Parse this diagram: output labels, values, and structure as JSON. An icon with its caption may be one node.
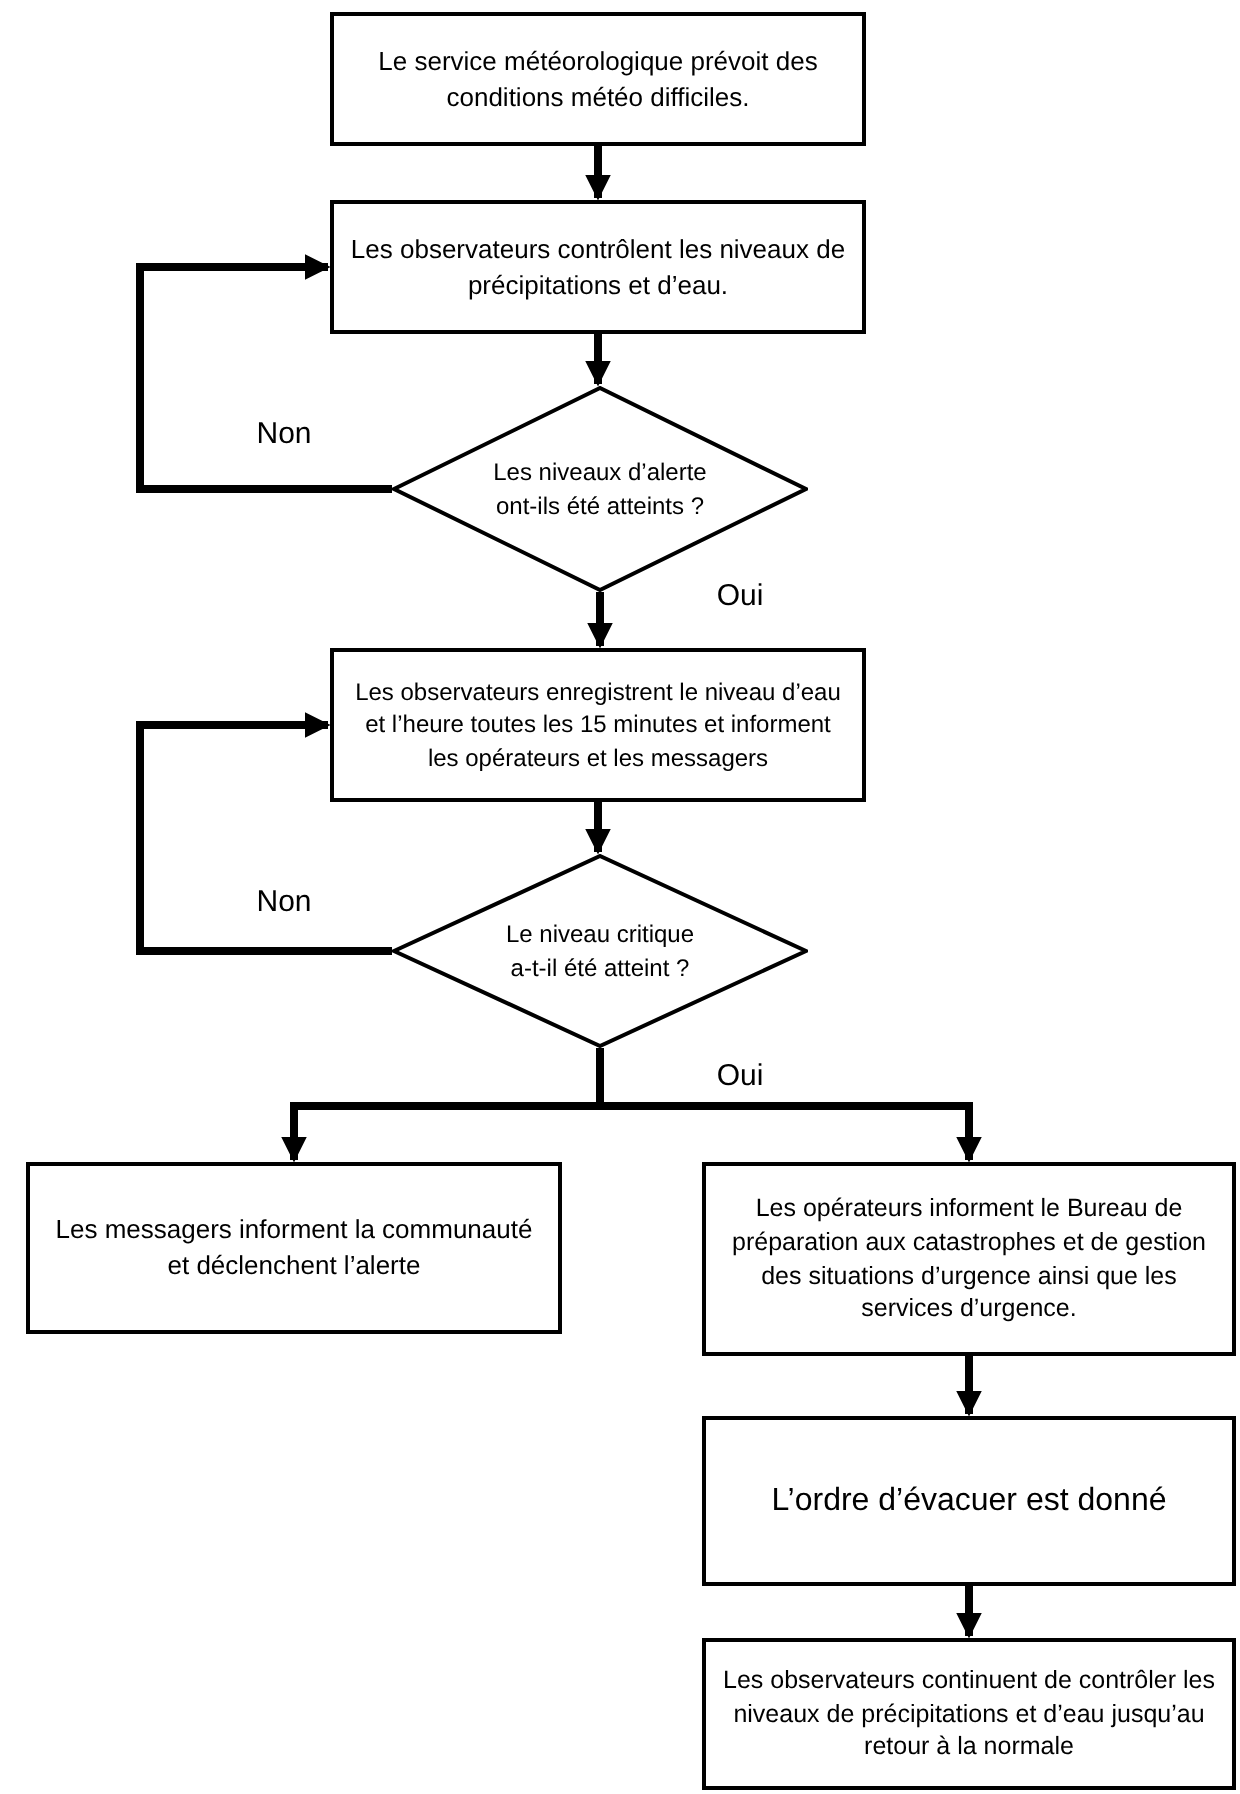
{
  "diagram": {
    "nodes": [
      {
        "text": [
          "Le service météorologique prévoit des conditions météo difficiles."
        ]
      },
      {
        "text": [
          "Les observateurs contrôlent les niveaux de précipitations et d’eau."
        ]
      },
      {
        "text": [
          "Les niveaux d’alerte ont-ils été atteints ?"
        ]
      },
      {
        "text": [
          "Les observateurs enregistrent le niveau d’eau et l’heure toutes les 15 minutes et informent les opérateurs et les messagers"
        ]
      },
      {
        "text": [
          "Le niveau critique a-t-il été atteint ?"
        ]
      },
      {
        "text": [
          "Les messagers informent la communauté et déclenchent l’alerte"
        ]
      },
      {
        "text": [
          "Les opérateurs informent le Bureau de préparation aux catastrophes et de gestion des situations d’urgence ainsi que les services d’urgence."
        ]
      },
      {
        "text": [
          "L’ordre d’évacuer est donné"
        ]
      },
      {
        "text": [
          "Les observateurs continuent de contrôler les niveaux de précipitations et d’eau jusqu’au retour à la normale"
        ]
      }
    ],
    "edges": [
      {
        "from": 0,
        "to": 1,
        "arrow": "to"
      },
      {
        "from": 1,
        "to": 2,
        "arrow": "to"
      },
      {
        "from": 2,
        "to": 3,
        "arrow": "to",
        "label": "Oui"
      },
      {
        "from": 2,
        "to": 1,
        "arrow": "to",
        "label": "Non"
      },
      {
        "from": 3,
        "to": 4,
        "arrow": "to"
      },
      {
        "from": 4,
        "to": 3,
        "arrow": "to",
        "label": "Non"
      },
      {
        "from": 4,
        "to": 5,
        "arrow": "to"
      },
      {
        "from": 4,
        "to": 6,
        "arrow": "to",
        "label": "Oui"
      },
      {
        "from": 6,
        "to": 7,
        "arrow": "to"
      },
      {
        "from": 7,
        "to": 8,
        "arrow": "to"
      }
    ]
  }
}
